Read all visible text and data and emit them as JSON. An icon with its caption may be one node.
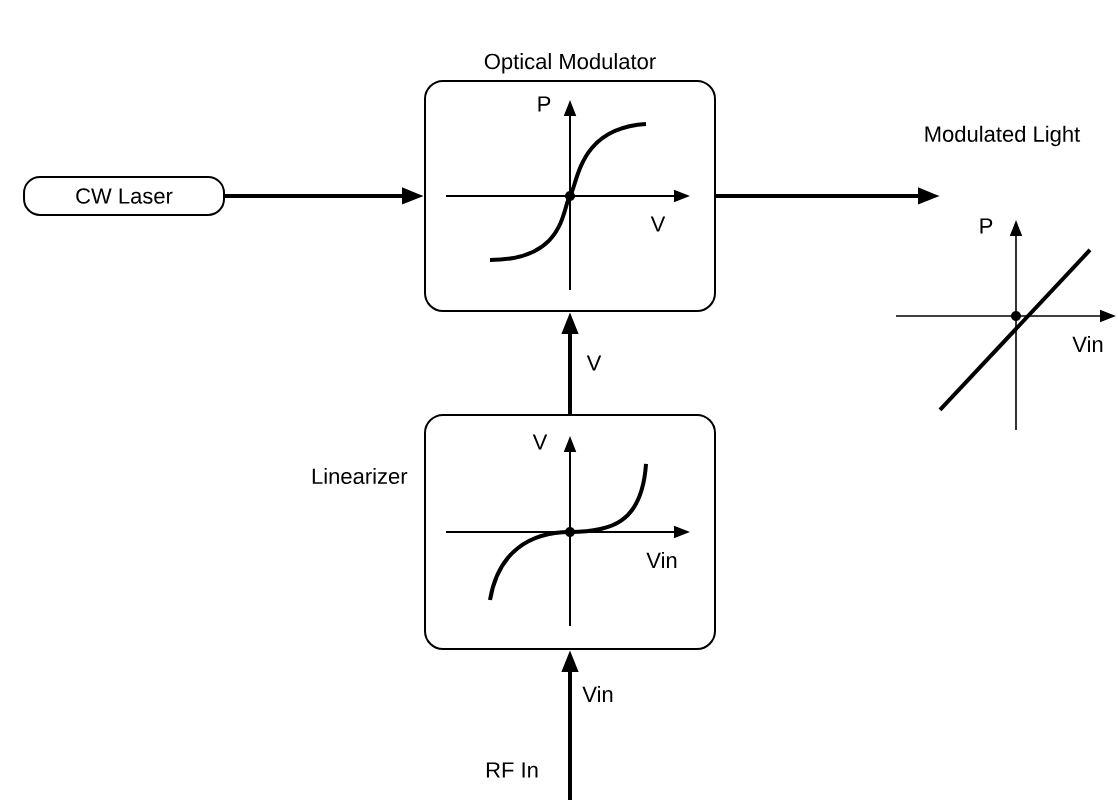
{
  "diagram": {
    "nodes": [
      {
        "text": [
          "CW Laser"
        ]
      },
      {
        "text": [
          "Optical Modulator",
          "P",
          "V"
        ]
      },
      {
        "text": [
          "Linearizer",
          "V",
          "Vin"
        ]
      },
      {
        "text": [
          "RF In"
        ]
      },
      {
        "text": [
          "P",
          "Vin"
        ]
      }
    ],
    "edges": [
      {
        "from": 0,
        "to": 1,
        "arrow": "to"
      },
      {
        "from": 2,
        "to": 1,
        "arrow": "to",
        "label": "V"
      },
      {
        "from": 3,
        "to": 2,
        "arrow": "to",
        "label": "Vin"
      },
      {
        "from": 1,
        "to": 4,
        "arrow": "to",
        "label": "Modulated Light"
      }
    ]
  }
}
